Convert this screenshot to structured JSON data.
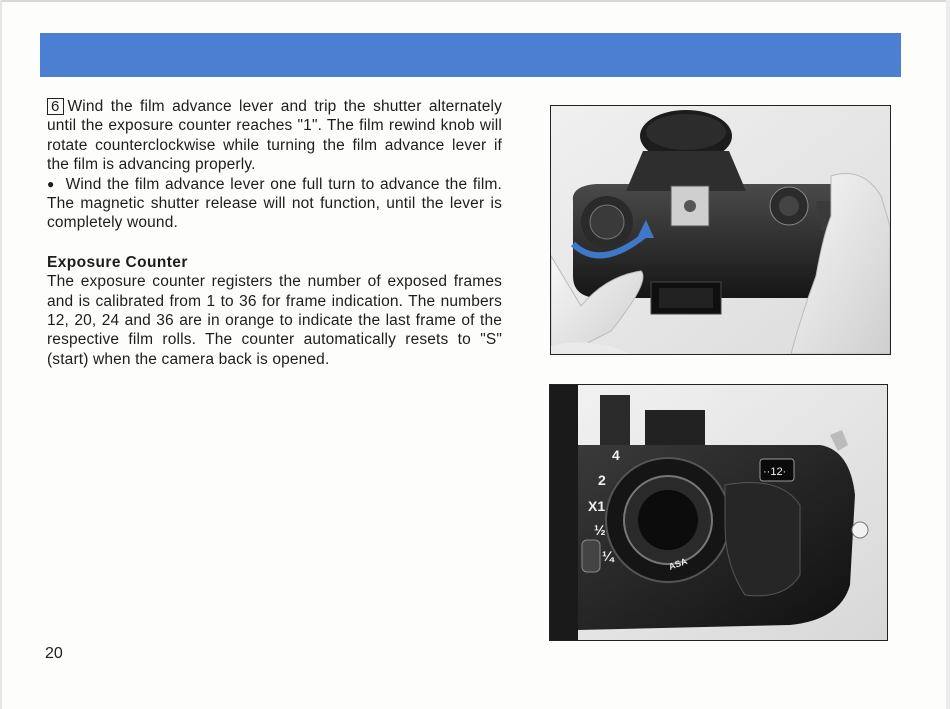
{
  "step": {
    "number": "6",
    "text": "Wind the film advance lever and trip the shutter alternately until the exposure counter reaches \"1\". The film rewind knob will rotate counterclockwise while turning the film advance lever if the film is advancing properly.",
    "bullet": "Wind the film advance lever one full turn to advance the film. The magnetic shutter release will not function, until the lever is completely wound."
  },
  "exposure_counter": {
    "heading": "Exposure Counter",
    "text": "The exposure counter registers the number of exposed frames and is calibrated from 1 to 36 for frame indication. The numbers 12, 20, 24 and 36 are in orange to indicate the last frame of the respective film rolls. The counter automatically resets to \"S\" (start) when the camera back is opened."
  },
  "photo_bottom": {
    "dial_labels": [
      "4",
      "2",
      "X1",
      "½",
      "¼"
    ],
    "counter_window": "··12·",
    "asa_label": "ASA"
  },
  "page_number": "20",
  "colors": {
    "header_band": "#4a7fd1",
    "arrow_blue": "#3f78c9"
  }
}
